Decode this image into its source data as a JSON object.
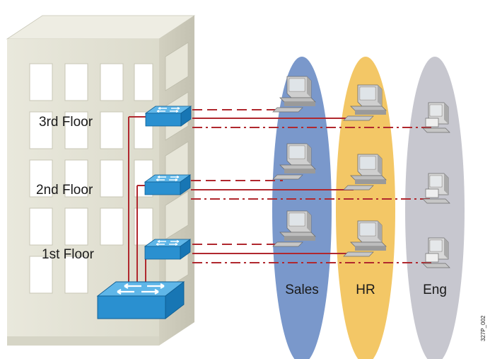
{
  "floors": [
    {
      "label": "3rd Floor"
    },
    {
      "label": "2nd Floor"
    },
    {
      "label": "1st Floor"
    }
  ],
  "vlans": [
    {
      "label": "Sales",
      "color": "#6f8fc7"
    },
    {
      "label": "HR",
      "color": "#f2c45e"
    },
    {
      "label": "Eng",
      "color": "#c4c4cc"
    }
  ],
  "figure_code": "327P_002",
  "colors": {
    "building_front": "#e3e2d4",
    "building_side": "#cfcdbd",
    "building_top": "#eeede3",
    "switch_blue": "#2a90d0",
    "link_red": "#b0282e"
  },
  "icons": {
    "switch": "layer2-switch-icon",
    "core_switch": "core-switch-icon",
    "pc": "workstation-icon"
  }
}
